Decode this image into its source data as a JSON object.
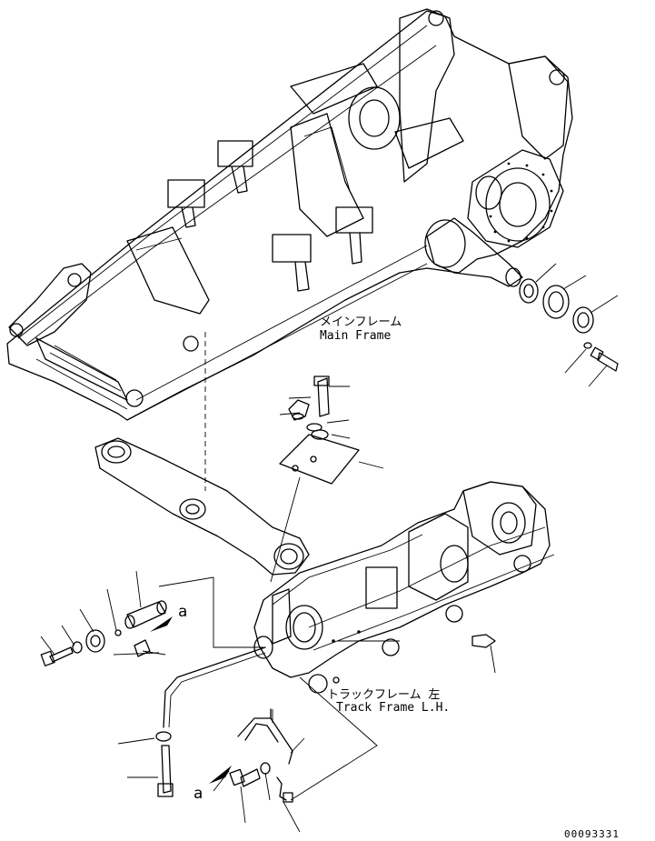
{
  "labels": {
    "main_frame_jp": "メインフレーム",
    "main_frame_en": "Main Frame",
    "track_frame_jp": "トラックフレーム 左",
    "track_frame_en": "Track Frame L.H.",
    "ref_a_upper": "a",
    "ref_a_lower": "a",
    "drawing_number": "00093331"
  }
}
